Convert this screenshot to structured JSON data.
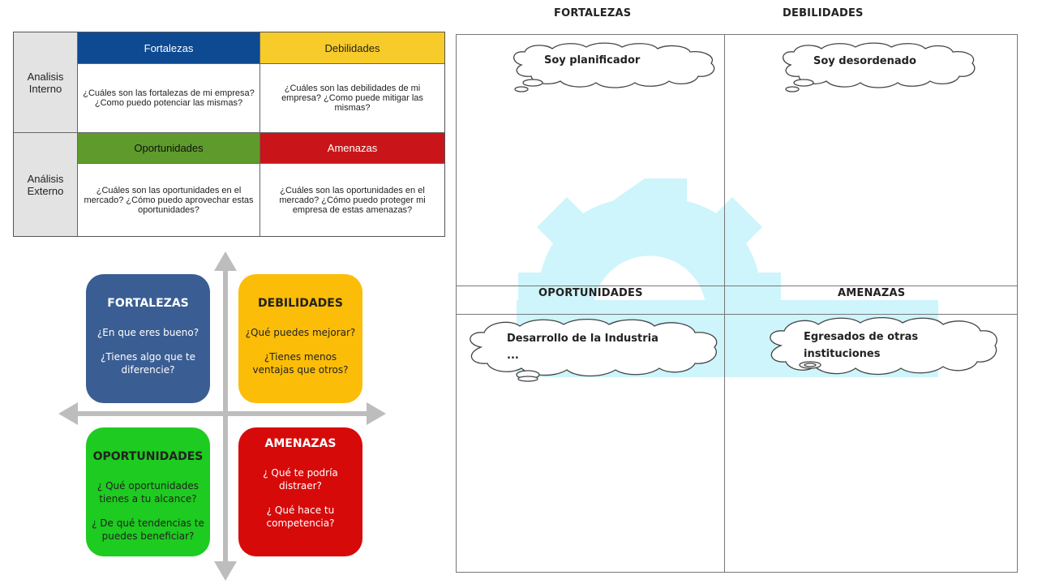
{
  "matrix": {
    "row1_label": [
      "Analisis",
      "Interno"
    ],
    "row2_label": [
      "Análisis",
      "Externo"
    ],
    "fortalezas": {
      "title": "Fortalezas",
      "question": "¿Cuáles son las fortalezas de mi empresa? ¿Como puedo potenciar las mismas?"
    },
    "debilidades": {
      "title": "Debilidades",
      "question": "¿Cuáles son las debilidades de mi empresa? ¿Como puede mitigar las mismas?"
    },
    "oportunidades": {
      "title": "Oportunidades",
      "question": "¿Cuáles son las oportunidades en el mercado? ¿Cómo puedo aprovechar estas oportunidades?"
    },
    "amenazas": {
      "title": "Amenazas",
      "question": "¿Cuáles son las oportunidades en el mercado? ¿Cómo puedo proteger mi empresa de estas amenazas?"
    },
    "colors": {
      "fortalezas": "#0e4a92",
      "debilidades": "#f7cb29",
      "oportunidades": "#5f9b2c",
      "amenazas": "#c9151a"
    }
  },
  "quadrants": {
    "fortalezas": {
      "title": "FORTALEZAS",
      "q1": "¿En que eres bueno?",
      "q2": "¿Tienes algo que te diferencie?"
    },
    "debilidades": {
      "title": "DEBILIDADES",
      "q1": "¿Qué puedes mejorar?",
      "q2": "¿Tienes menos ventajas que otros?"
    },
    "oportunidades": {
      "title": "OPORTUNIDADES",
      "q1": "¿ Qué oportunidades tienes a tu alcance?",
      "q2": "¿ De qué tendencias te puedes beneficiar?"
    },
    "amenazas": {
      "title": "AMENAZAS",
      "q1": "¿ Qué te podría distraer?",
      "q2": "¿ Qué hace tu competencia?"
    },
    "colors": {
      "fortalezas": "#3a5e93",
      "debilidades": "#fbbd08",
      "oportunidades": "#1ecb20",
      "amenazas": "#d70a0a"
    }
  },
  "worksheet": {
    "titles": {
      "fortalezas": "FORTALEZAS",
      "debilidades": "DEBILIDADES",
      "oportunidades": "OPORTUNIDADES",
      "amenazas": "AMENAZAS"
    },
    "bubbles": {
      "fortalezas": "Soy planificador",
      "debilidades": "Soy desordenado",
      "oportunidades_line1": "Desarrollo de la Industria",
      "oportunidades_line2": "...",
      "amenazas_line1": "Egresados de otras",
      "amenazas_line2": "instituciones"
    }
  }
}
